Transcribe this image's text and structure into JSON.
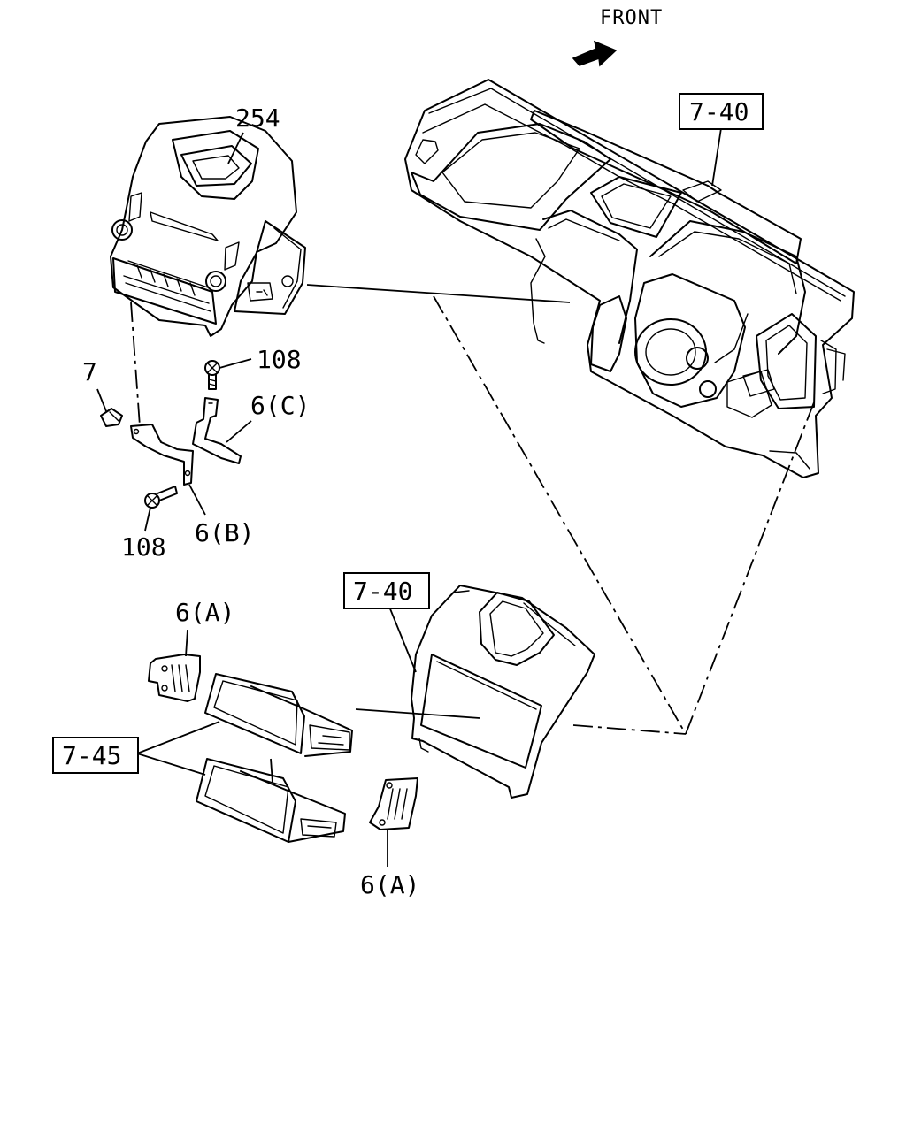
{
  "orientation": {
    "label": "FRONT",
    "icon": "front-arrow-icon"
  },
  "callouts": {
    "radio_unit": "254",
    "dashboard_ref_top": "7-40",
    "screw_top": "108",
    "bolt": "7",
    "bracket_c": "6(C)",
    "screw_bottom": "108",
    "bracket_b": "6(B)",
    "cluster_ref": "7-40",
    "bracket_a_top": "6(A)",
    "pocket_ref": "7-45",
    "bracket_a_bottom": "6(A)"
  }
}
